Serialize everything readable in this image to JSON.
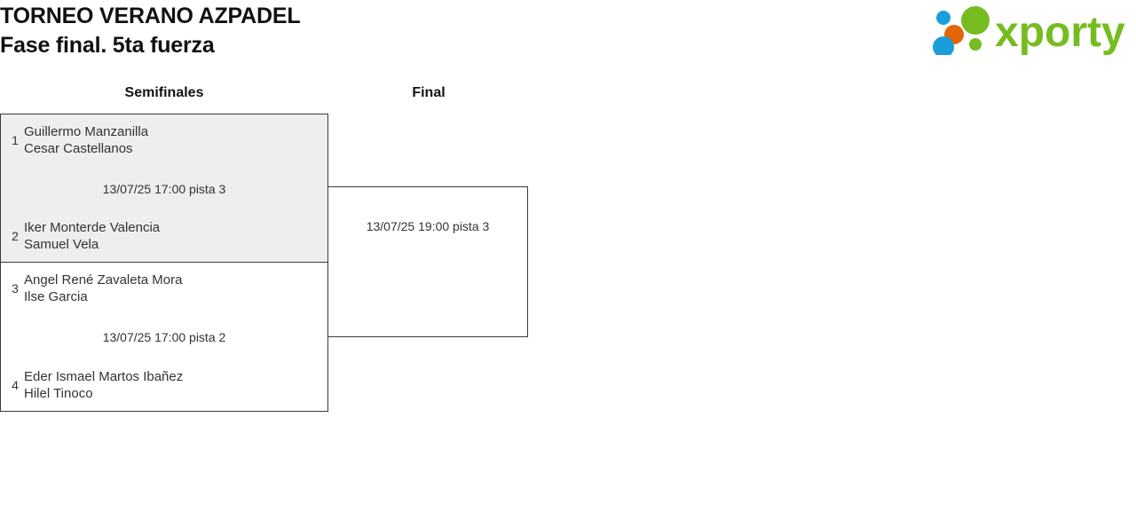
{
  "header": {
    "title_line1": "TORNEO VERANO AZPADEL",
    "title_line2": "Fase final. 5ta fuerza",
    "logo": {
      "wordmark": "xporty",
      "dot_blue": "#1a9ed9",
      "dot_orange": "#e2650a",
      "dot_green": "#76bc21",
      "wordmark_color": "#76bc21"
    }
  },
  "rounds": [
    {
      "label": "Semifinales"
    },
    {
      "label": "Final"
    }
  ],
  "bracket": {
    "semifinals": [
      {
        "schedule": "13/07/25 17:00 pista 3",
        "shaded": true,
        "teams": [
          {
            "seed": "1",
            "player1": "Guillermo Manzanilla",
            "player2": "Cesar Castellanos"
          },
          {
            "seed": "2",
            "player1": "Iker Monterde Valencia",
            "player2": "Samuel Vela"
          }
        ]
      },
      {
        "schedule": "13/07/25 17:00 pista 2",
        "shaded": false,
        "teams": [
          {
            "seed": "3",
            "player1": "Angel René Zavaleta Mora",
            "player2": "Ilse Garcia"
          },
          {
            "seed": "4",
            "player1": "Eder Ismael Martos Ibañez",
            "player2": "Hilel Tinoco"
          }
        ]
      }
    ],
    "final": {
      "schedule": "13/07/25 19:00 pista 3",
      "teams": [
        {
          "seed": "",
          "player1": "",
          "player2": ""
        },
        {
          "seed": "",
          "player1": "",
          "player2": ""
        }
      ]
    }
  }
}
